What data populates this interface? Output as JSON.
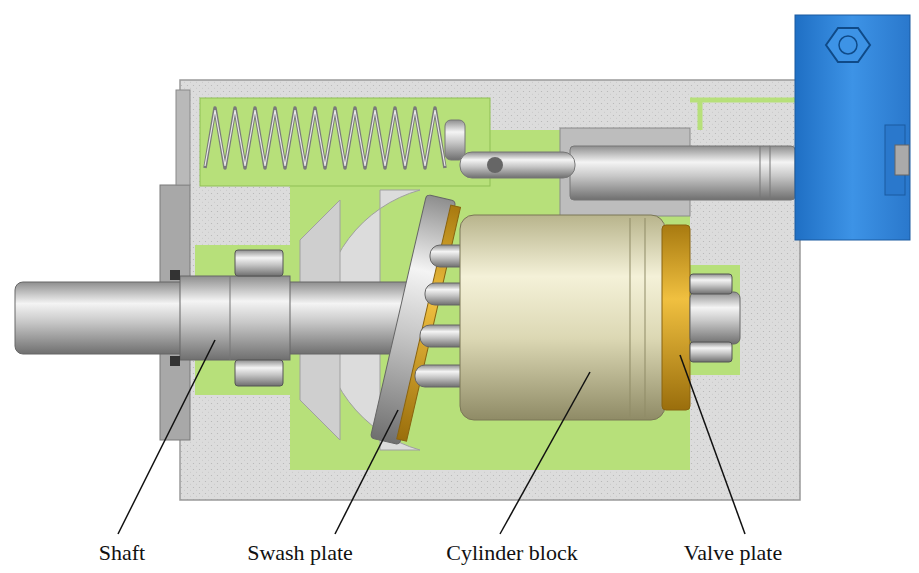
{
  "diagram": {
    "labels": [
      "Shaft",
      "Swash plate",
      "Cylinder block",
      "Valve plate"
    ]
  }
}
